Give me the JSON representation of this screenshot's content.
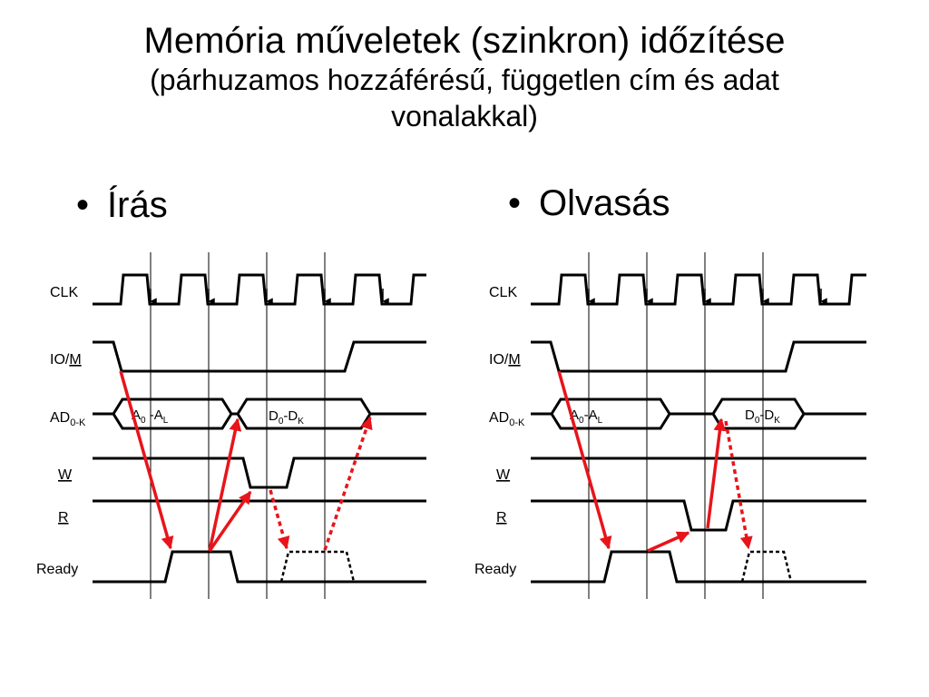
{
  "title": {
    "main": "Memória műveletek (szinkron) időzítése",
    "sub_line1": "(párhuzamos hozzáférésű, független cím és adat",
    "sub_line2": "vonalakkal)"
  },
  "bullets": {
    "symbol": "•",
    "write": "Írás",
    "read": "Olvasás"
  },
  "signals": {
    "clk": "CLK",
    "io_prefix": "IO/",
    "io_m": "M",
    "ad": "AD",
    "ad_sub": "0-K",
    "w": "W",
    "r": "R",
    "ready": "Ready"
  },
  "bus": {
    "addr_main": "A",
    "addr_sub0": "0",
    "addr_sep": " -A",
    "addr_sep_read": "-A",
    "addr_subL": "L",
    "data_main": "D",
    "data_sub0": "0",
    "data_sep": "-D",
    "data_subK": "K"
  },
  "colors": {
    "arrow": "#e8141b",
    "line": "#000000"
  }
}
